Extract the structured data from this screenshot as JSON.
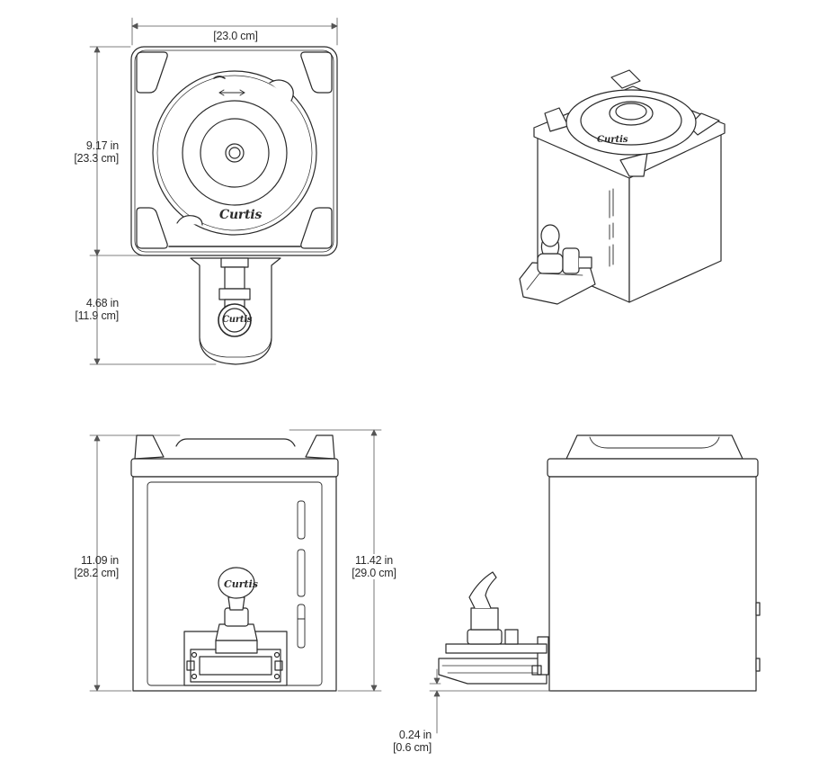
{
  "brand": {
    "logo_text": "Curtis"
  },
  "top_view": {
    "width_label": "[23.0 cm]",
    "depth_in": "9.17 in",
    "depth_cm": "[23.3 cm]",
    "faucet_in": "4.68 in",
    "faucet_cm": "[11.9 cm]",
    "arrow_glyph": "⟸⟹"
  },
  "front_view": {
    "height_left_in": "11.09 in",
    "height_left_cm": "[28.2 cm]",
    "height_right_in": "11.42 in",
    "height_right_cm": "[29.0 cm]"
  },
  "side_view": {
    "offset_in": "0.24 in",
    "offset_cm": "[0.6 cm]"
  },
  "colors": {
    "line": "#2a2a2a",
    "fill": "#ffffff",
    "shade": "#e9e9e9",
    "dim_line": "#555555"
  }
}
